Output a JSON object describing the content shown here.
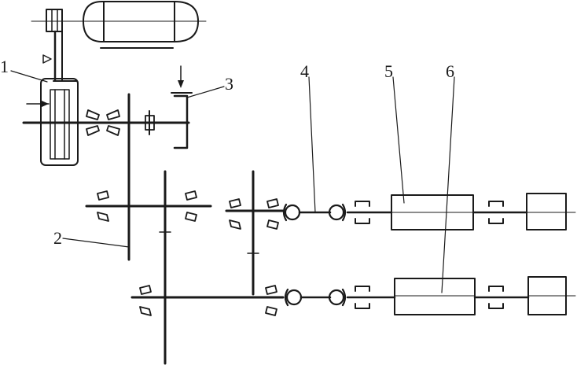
{
  "labels": {
    "item_1": "1",
    "item_2": "2",
    "item_3": "3",
    "item_4": "4",
    "item_5": "5",
    "item_6": "6"
  },
  "colors": {
    "ink": "#1a1a1a",
    "background": "#ffffff"
  }
}
